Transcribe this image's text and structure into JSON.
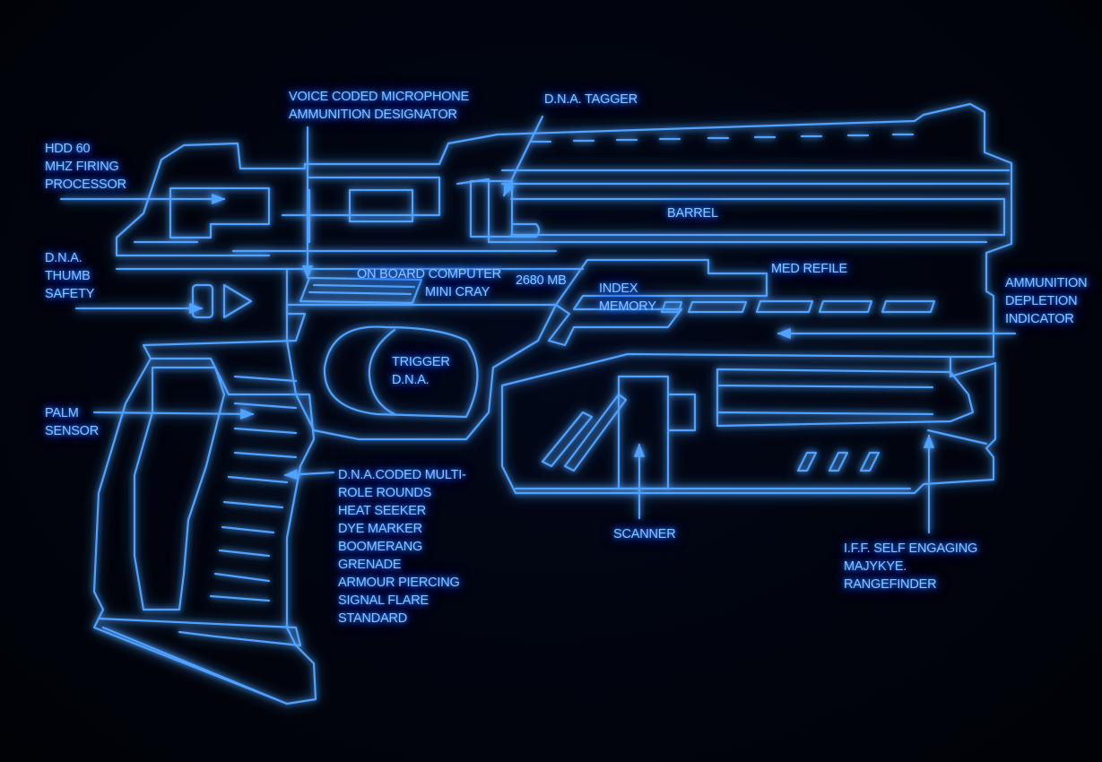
{
  "theme": {
    "background": "#01040d",
    "line_color": "#4fa2ff",
    "glow_color": "#1a5cff",
    "text_color": "#8cc4ff"
  },
  "labels": {
    "voice": [
      "VOICE CODED MICROPHONE",
      "AMMUNITION DESIGNATOR"
    ],
    "tagger": [
      "D.N.A. TAGGER"
    ],
    "hdd": [
      "HDD 60",
      "MHZ FIRING",
      "PROCESSOR"
    ],
    "barrel": [
      "BARREL"
    ],
    "thumb": [
      "D.N.A.",
      "THUMB",
      "SAFETY"
    ],
    "onboard": [
      "ON BOARD COMPUTER",
      "MINI CRAY"
    ],
    "mb": [
      "2680 MB"
    ],
    "index": [
      "INDEX",
      "MEMORY"
    ],
    "medrefile": [
      "MED REFILE"
    ],
    "ammo_depletion": [
      "AMMUNITION",
      "DEPLETION",
      "INDICATOR"
    ],
    "trigger": [
      "TRIGGER",
      "D.N.A."
    ],
    "palm": [
      "PALM",
      "SENSOR"
    ],
    "rounds": [
      "D.N.A.CODED MULTI-",
      "ROLE ROUNDS",
      "HEAT SEEKER",
      "DYE MARKER",
      "BOOMERANG",
      "GRENADE",
      "ARMOUR PIERCING",
      "SIGNAL FLARE",
      "STANDARD"
    ],
    "scanner": [
      "SCANNER"
    ],
    "iff": [
      "I.F.F. SELF ENGAGING",
      "MAJYKYE.",
      "RANGEFINDER"
    ]
  }
}
